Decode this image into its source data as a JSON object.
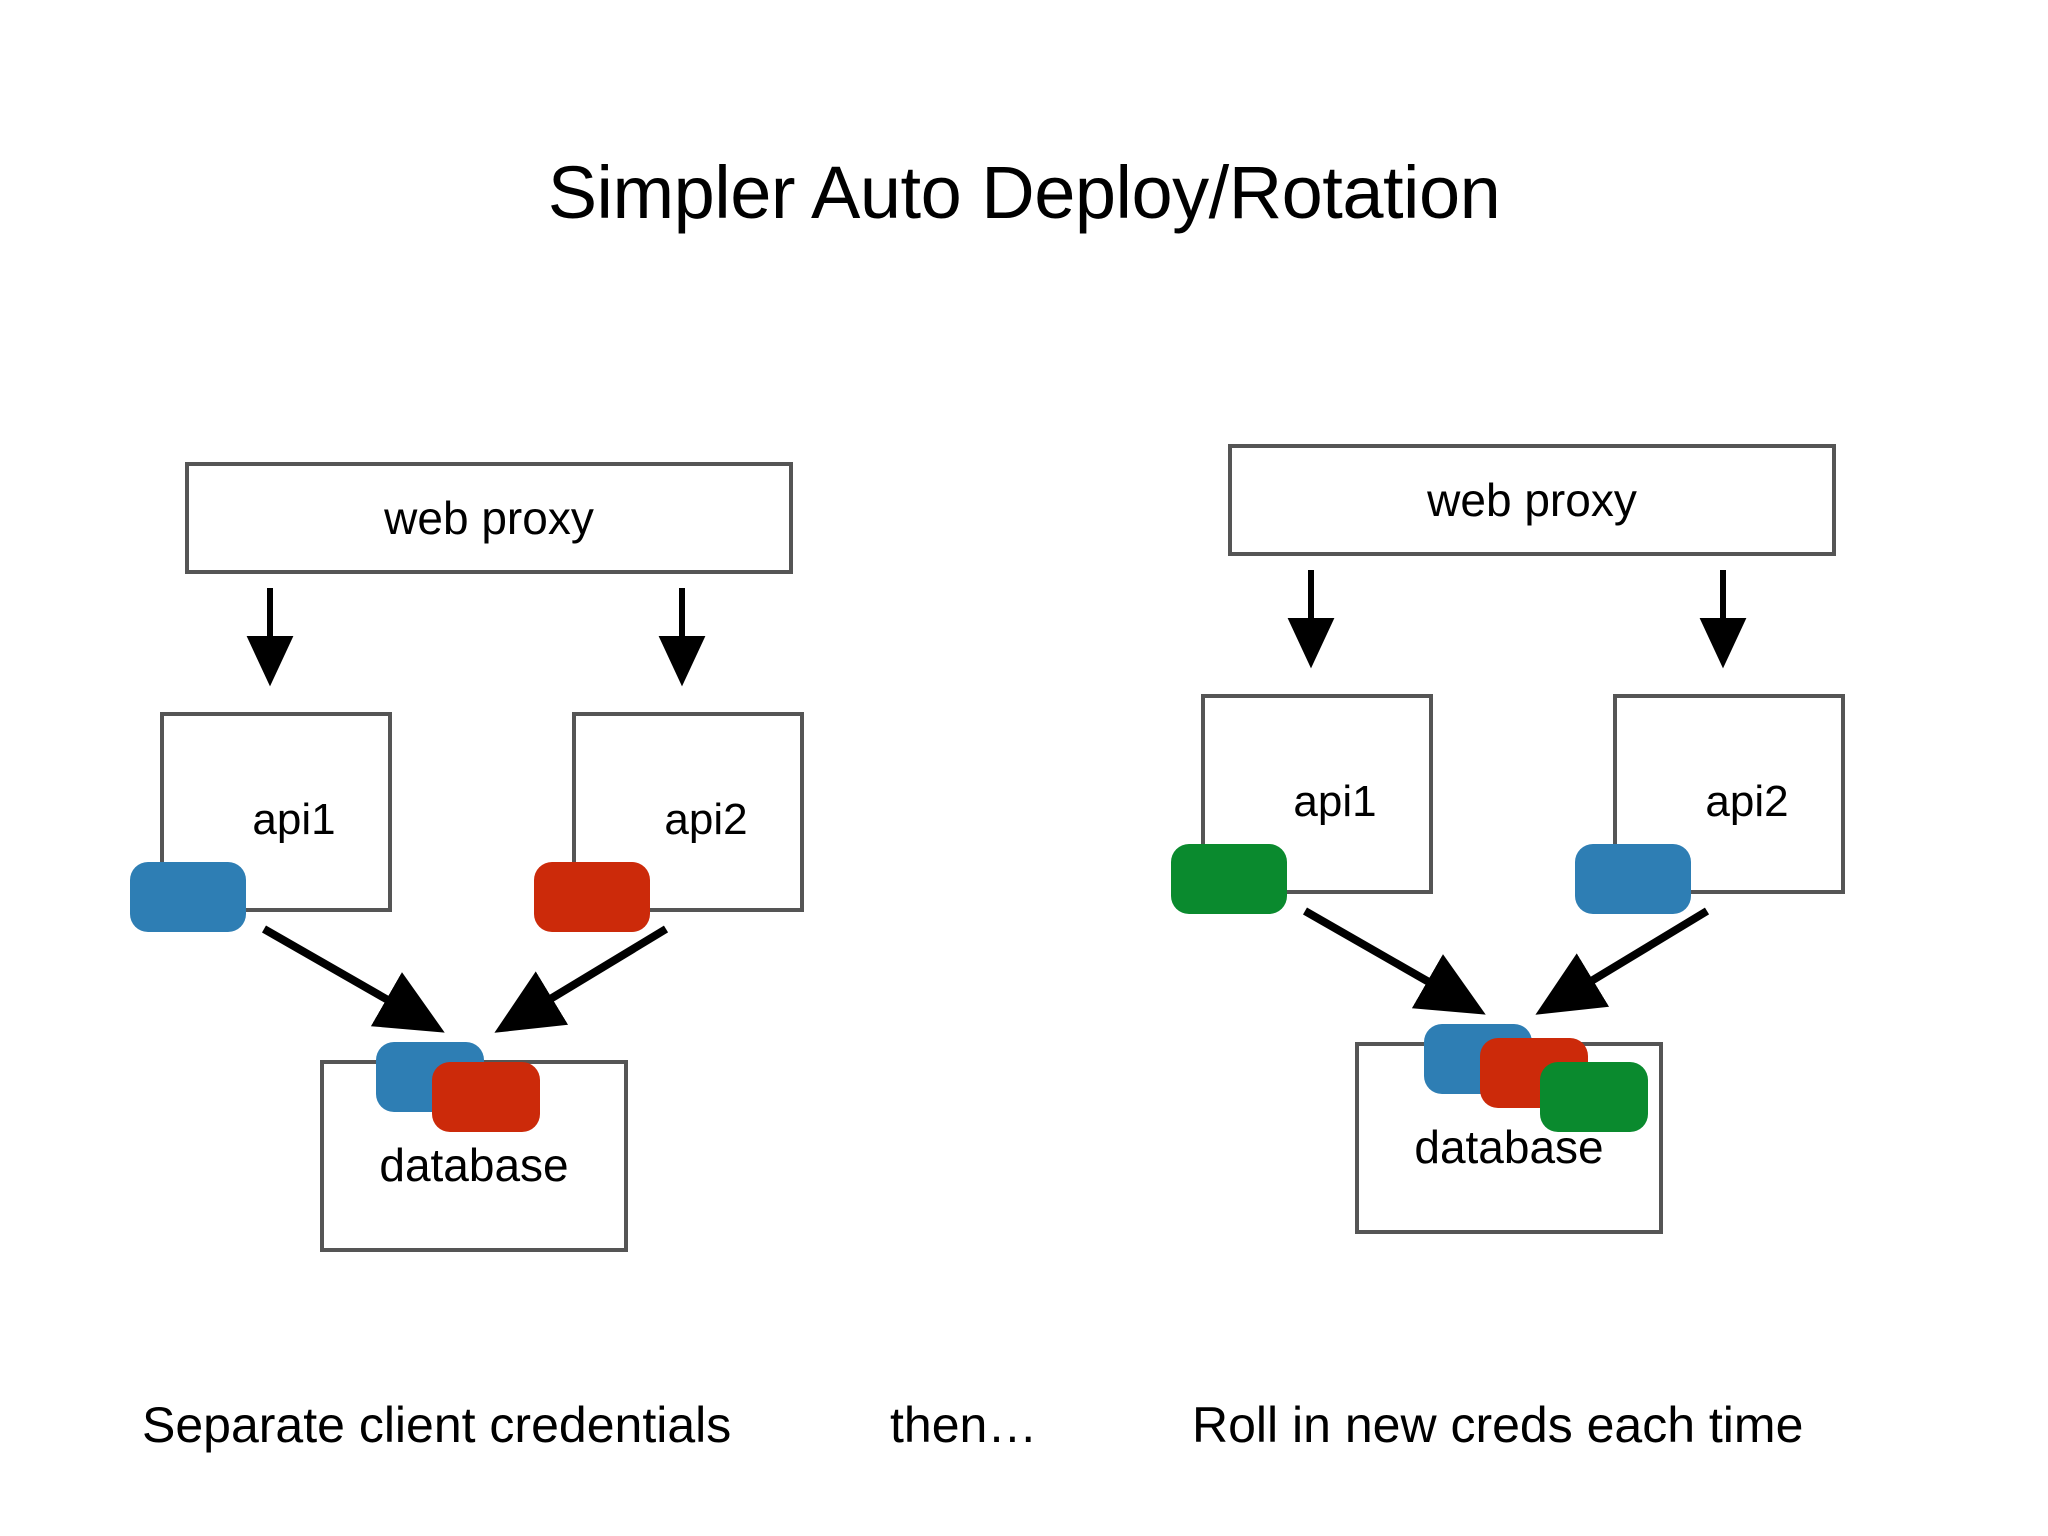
{
  "slide": {
    "title": "Simpler Auto Deploy/Rotation",
    "background_color": "#ffffff",
    "box_border_color": "#555555",
    "text_color": "#000000"
  },
  "palette": {
    "blue": "#2e7eb4",
    "red": "#cc2a0a",
    "green": "#0a8a2e",
    "arrow": "#000000",
    "border": "#555555"
  },
  "diagrams": {
    "left": {
      "caption": "Separate client credentials",
      "proxy": {
        "label": "web proxy"
      },
      "services": [
        {
          "label": "api1",
          "credential_color_name": "blue",
          "credential_color": "#2e7eb4"
        },
        {
          "label": "api2",
          "credential_color_name": "red",
          "credential_color": "#cc2a0a"
        }
      ],
      "database": {
        "label": "database",
        "credentials": [
          {
            "color_name": "blue",
            "color": "#2e7eb4"
          },
          {
            "color_name": "red",
            "color": "#cc2a0a"
          }
        ]
      }
    },
    "middle": {
      "caption": "then…"
    },
    "right": {
      "caption": "Roll in new creds each time",
      "proxy": {
        "label": "web proxy"
      },
      "services": [
        {
          "label": "api1",
          "credential_color_name": "green",
          "credential_color": "#0a8a2e"
        },
        {
          "label": "api2",
          "credential_color_name": "blue",
          "credential_color": "#2e7eb4"
        }
      ],
      "database": {
        "label": "database",
        "credentials": [
          {
            "color_name": "blue",
            "color": "#2e7eb4"
          },
          {
            "color_name": "red",
            "color": "#cc2a0a"
          },
          {
            "color_name": "green",
            "color": "#0a8a2e"
          }
        ]
      }
    }
  }
}
